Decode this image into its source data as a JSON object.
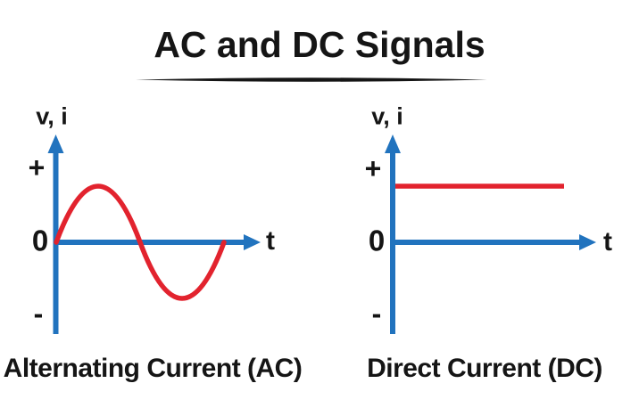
{
  "title": "AC and DC Signals",
  "colors": {
    "axis_blue": "#2173BE",
    "signal_red": "#E2232E",
    "ink": "#151515"
  },
  "panels": [
    {
      "id": "ac",
      "y_axis_label": "v, i",
      "positive_label": "+",
      "origin_label": "0",
      "negative_label": "-",
      "x_axis_label": "t",
      "caption": "Alternating Current (AC)",
      "waveform": "sine wave, one full cycle swinging above and below zero"
    },
    {
      "id": "dc",
      "y_axis_label": "v, i",
      "positive_label": "+",
      "origin_label": "0",
      "negative_label": "-",
      "x_axis_label": "t",
      "caption": "Direct Current (DC)",
      "waveform": "constant positive level straight line"
    }
  ]
}
